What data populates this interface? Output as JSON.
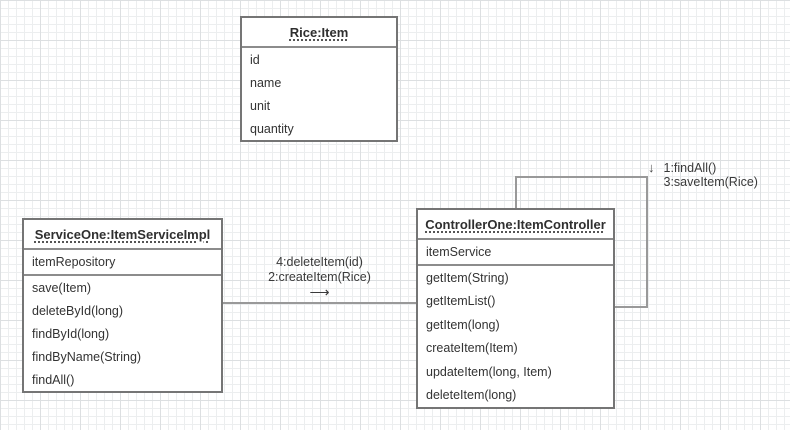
{
  "classes": [
    {
      "title": "Rice:Item",
      "attributes": [
        "id",
        "name",
        "unit",
        "quantity"
      ],
      "methods": []
    },
    {
      "title": "ServiceOne:ItemServiceImpl",
      "attributes": [
        "itemRepository"
      ],
      "methods": [
        "save(Item)",
        "deleteById(long)",
        "findById(long)",
        "findByName(String)",
        "findAll()"
      ]
    },
    {
      "title": "ControllerOne:ItemController",
      "attributes": [
        "itemService"
      ],
      "methods": [
        "getItem(String)",
        "getItemList()",
        "getItem(long)",
        "createItem(Item)",
        "updateItem(long, Item)",
        "deleteItem(long)"
      ]
    }
  ],
  "link_message": {
    "line1": "4:deleteItem(id)",
    "line2": "2:createItem(Rice)",
    "arrow": "⟶"
  },
  "self_message": {
    "arrow": "↓",
    "line1": "1:findAll()",
    "line2": "3:saveItem(Rice)"
  },
  "colors": {
    "box_border": "#757575",
    "connector": "#999999",
    "text": "#333333",
    "grid_minor": "#eceeef",
    "grid_major": "#dcdfe1",
    "background": "#ffffff"
  }
}
